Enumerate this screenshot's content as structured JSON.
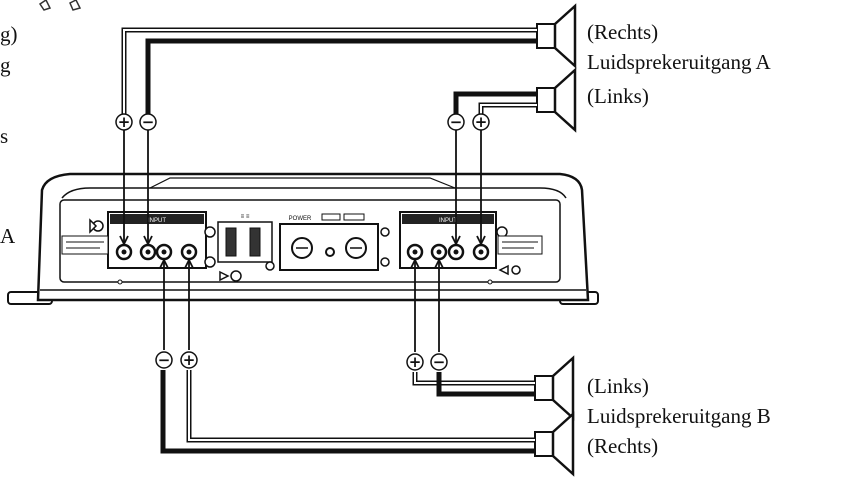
{
  "labels": {
    "a_right": "(Rechts)",
    "a_title": "Luidsprekeruitgang A",
    "a_left": "(Links)",
    "b_left": "(Links)",
    "b_title": "Luidsprekeruitgang B",
    "b_right": "(Rechts)"
  },
  "cropped_text": [
    "g)",
    "g",
    "s",
    "A"
  ],
  "panel_text": {
    "power_label": "POWER",
    "input_left": "INPUT",
    "input_right": "INPUT"
  },
  "polarity": {
    "plus": "+",
    "minus": "−"
  },
  "colors": {
    "ink": "#111111",
    "line": "#1a1a1a",
    "background": "#ffffff"
  }
}
